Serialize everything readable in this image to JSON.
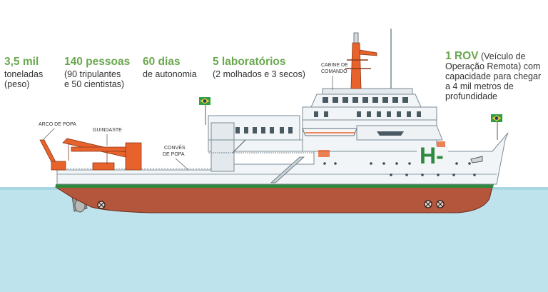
{
  "colors": {
    "highlight": "#6aa84f",
    "hull_red": "#b3563c",
    "water": "#bfe3ec",
    "crane_orange": "#e8622c",
    "hull_white": "#f2f5f7",
    "stripe_green": "#2e8b3e"
  },
  "stats": [
    {
      "highlight": "3,5 mil",
      "lines": [
        "toneladas",
        "(peso)"
      ]
    },
    {
      "highlight": "140 pessoas",
      "lines": [
        "(90 tripulantes",
        "e 50 cientistas)"
      ]
    },
    {
      "highlight": "60 dias",
      "lines": [
        "de autonomia"
      ]
    },
    {
      "highlight": "5 laboratórios",
      "lines": [
        "(2 molhados e 3 secos)"
      ]
    },
    {
      "highlight": "1 ROV",
      "rest": " (Veículo de",
      "lines": [
        "Operação Remota) com",
        "capacidade para chegar",
        "a 4 mil metros de",
        "profundidade"
      ]
    }
  ],
  "labels": {
    "arco": "ARCO DE POPA",
    "guindaste": "GUINDASTE",
    "convés_1": "CONVÉS",
    "convés_2": "DE POPA",
    "cabine_1": "CABINE DE",
    "cabine_2": "COMANDO"
  },
  "hull_mark": "H-",
  "icons": [
    "brazil-flag-icon"
  ]
}
